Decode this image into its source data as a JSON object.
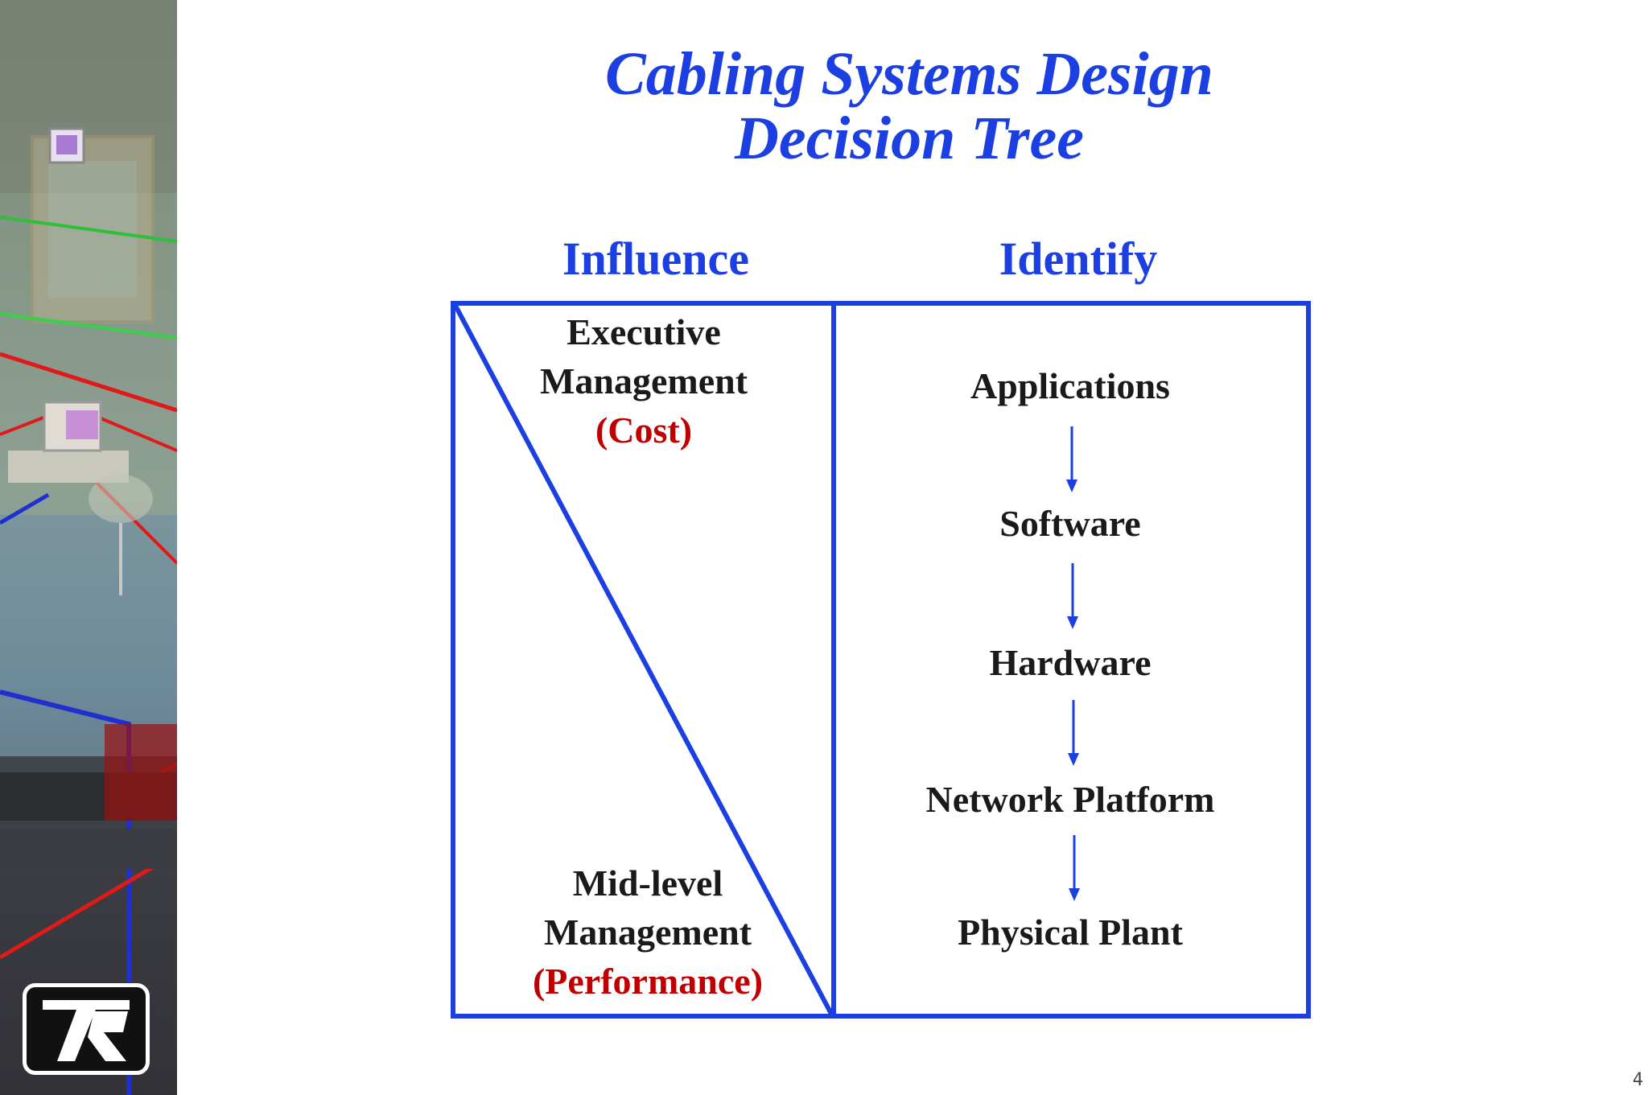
{
  "slide": {
    "title_lines": [
      "Cabling Systems Design",
      "Decision Tree"
    ],
    "page_number": "4"
  },
  "columns": {
    "influence": "Influence",
    "identify": "Identify"
  },
  "influence": {
    "top": {
      "lines": [
        "Executive",
        "Management"
      ],
      "note": "(Cost)"
    },
    "bottom": {
      "lines": [
        "Mid-level",
        "Management"
      ],
      "note": "(Performance)"
    }
  },
  "identify": {
    "steps": [
      "Applications",
      "Software",
      "Hardware",
      "Network Platform",
      "Physical Plant"
    ]
  },
  "colors": {
    "accent_blue": "#1b3fe0",
    "note_red": "#c00000",
    "text": "#1a1a1a"
  },
  "icons": [
    "company-logo-icon"
  ]
}
